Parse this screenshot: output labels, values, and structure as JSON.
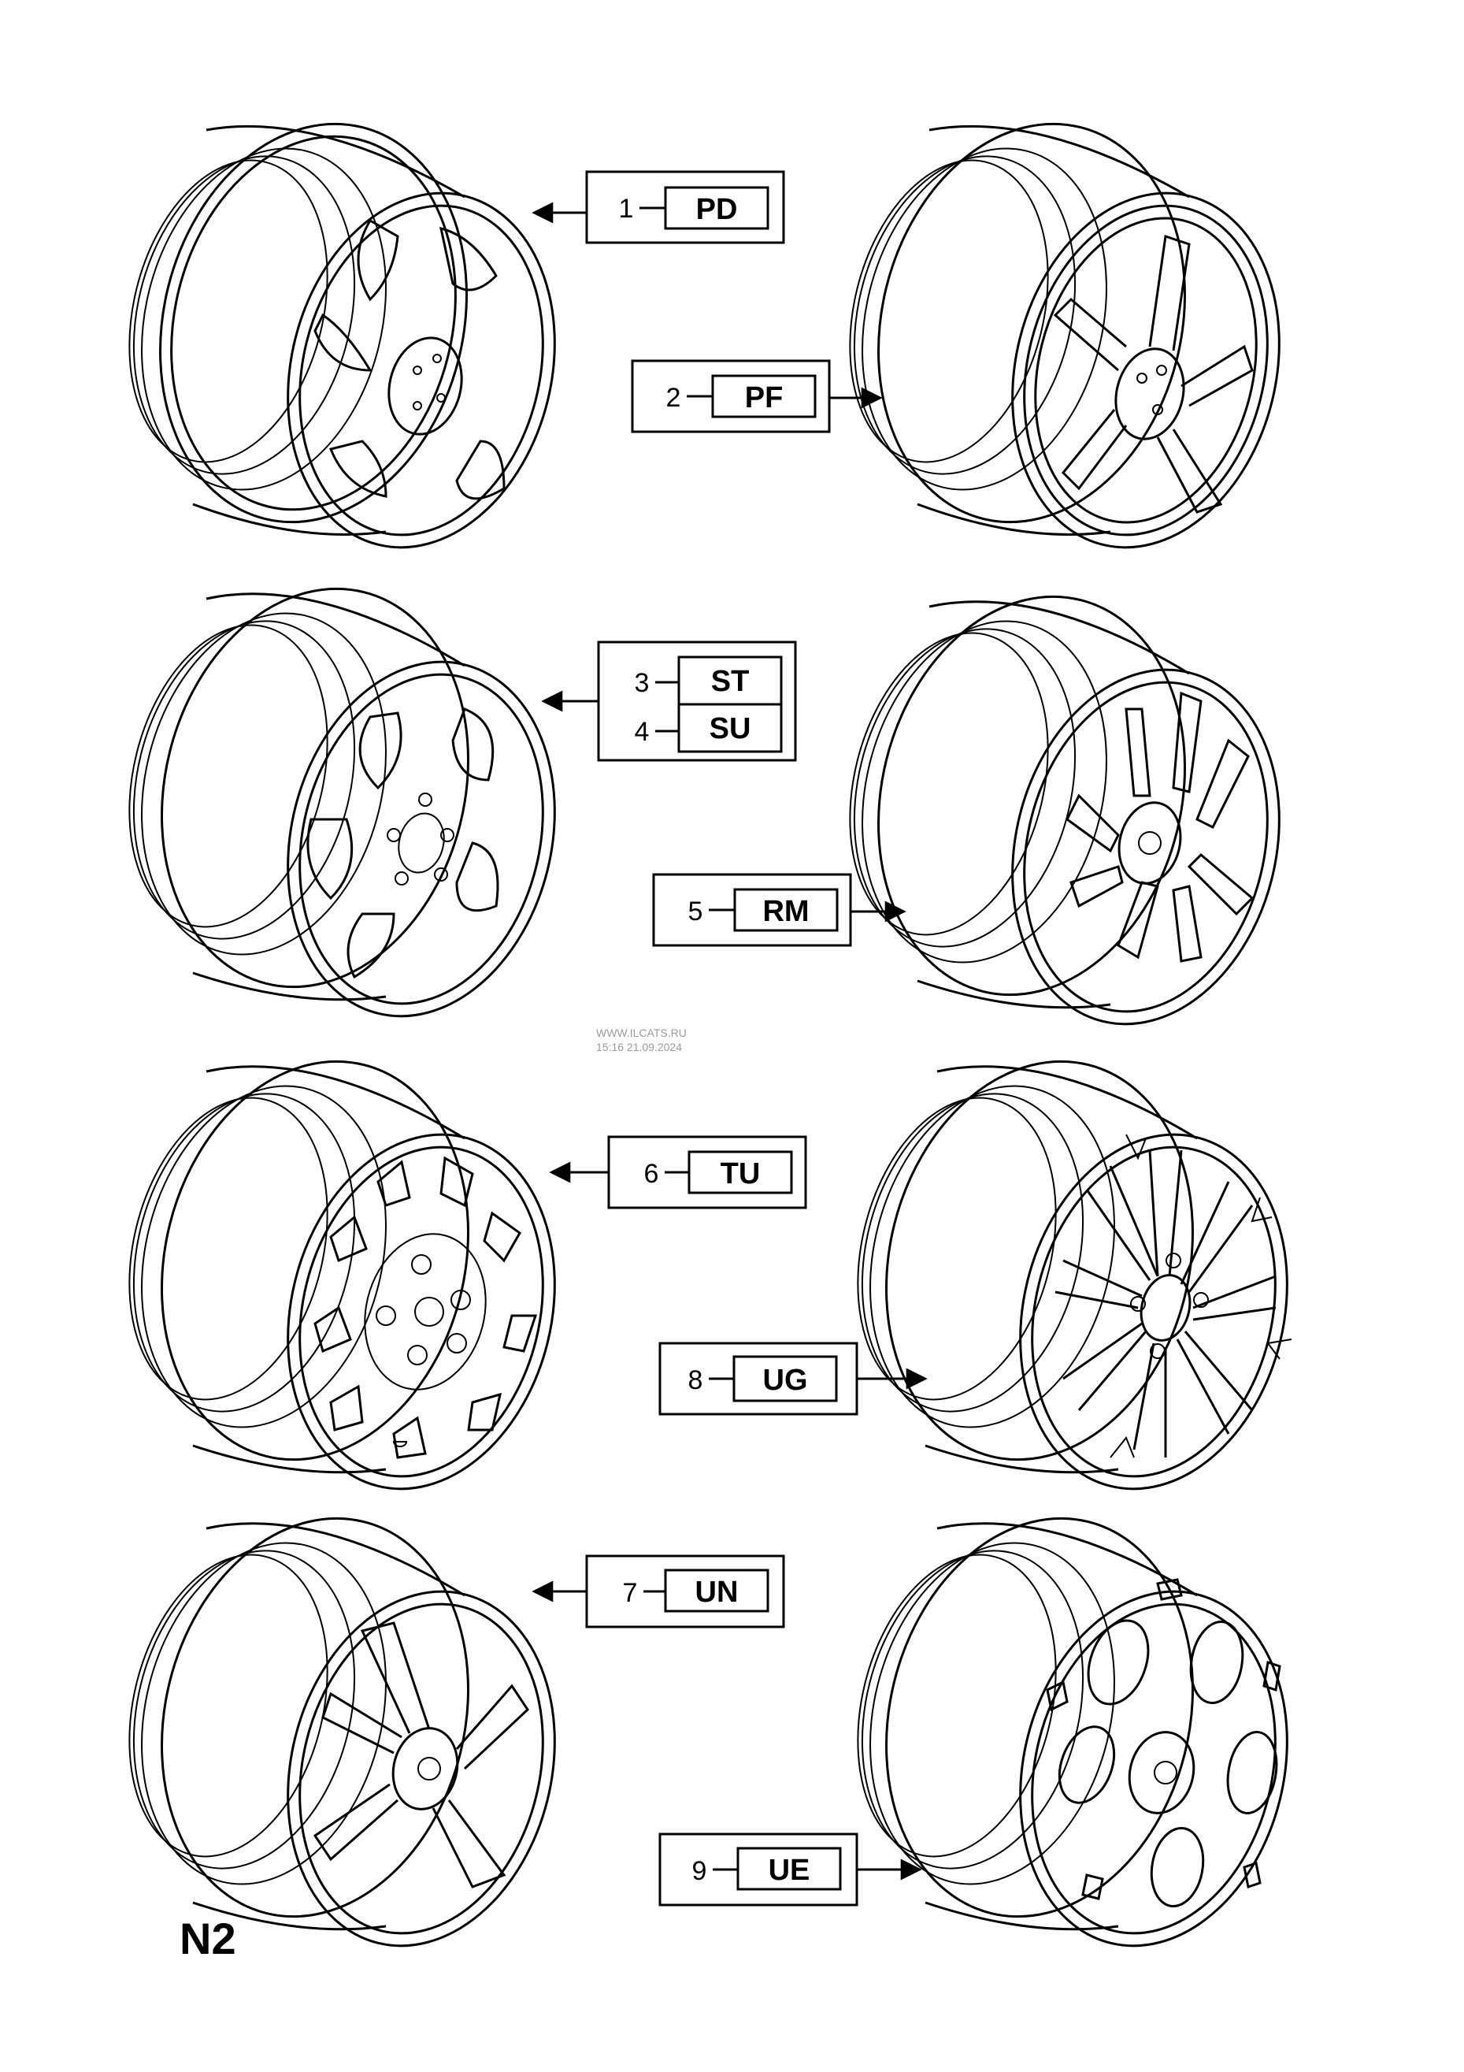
{
  "diagram_code": "N2",
  "watermark": {
    "site": "WWW.ILCATS.RU",
    "timestamp": "15:16 21.09.2024"
  },
  "callouts": [
    {
      "id": "pd",
      "number": "1",
      "code": "PD"
    },
    {
      "id": "pf",
      "number": "2",
      "code": "PF"
    },
    {
      "id": "st",
      "number": "3",
      "code": "ST"
    },
    {
      "id": "su",
      "number": "4",
      "code": "SU"
    },
    {
      "id": "rm",
      "number": "5",
      "code": "RM"
    },
    {
      "id": "tu",
      "number": "6",
      "code": "TU"
    },
    {
      "id": "un",
      "number": "7",
      "code": "UN"
    },
    {
      "id": "ug",
      "number": "8",
      "code": "UG"
    },
    {
      "id": "ue",
      "number": "9",
      "code": "UE"
    }
  ]
}
